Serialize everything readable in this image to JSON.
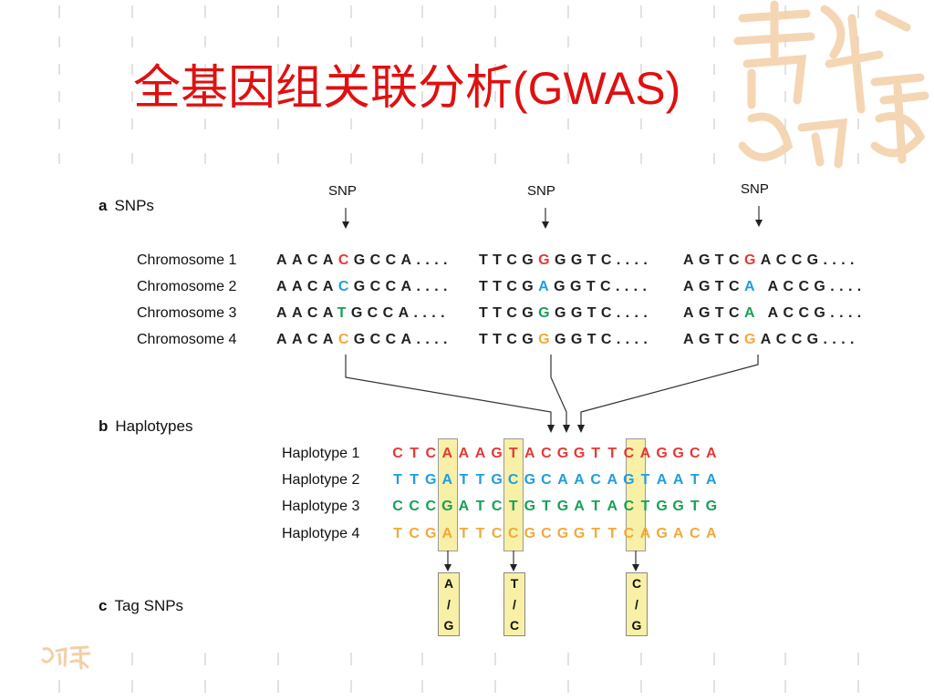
{
  "title": {
    "cjk": "全基因组关联分析",
    "latin": "(GWAS)"
  },
  "colors": {
    "title": "#e01010",
    "red": "#e53935",
    "blue": "#1e9ee0",
    "green": "#18a058",
    "orange": "#f2a93a",
    "highlight": "#f7f0a6"
  },
  "section_a": {
    "letter": "a",
    "label": "SNPs",
    "snp_label": "SNP"
  },
  "chromosomes": [
    {
      "name": "Chromosome 1",
      "seq1": [
        "AACA",
        "C",
        "GCCA...."
      ],
      "seq2": [
        "TTCG",
        "G",
        "GGTC...."
      ],
      "seq3": [
        "AGTC",
        "G",
        "ACCG...."
      ],
      "colors": [
        "red",
        "red",
        "red"
      ]
    },
    {
      "name": "Chromosome 2",
      "seq1": [
        "AACA",
        "C",
        "GCCA...."
      ],
      "seq2": [
        "TTCG",
        "A",
        "GGTC...."
      ],
      "seq3": [
        "AGTC",
        "A",
        " ACCG...."
      ],
      "colors": [
        "blue",
        "blue",
        "blue"
      ]
    },
    {
      "name": "Chromosome 3",
      "seq1": [
        "AACA",
        "T",
        "GCCA...."
      ],
      "seq2": [
        "TTCG",
        "G",
        "GGTC...."
      ],
      "seq3": [
        "AGTC",
        "A",
        " ACCG...."
      ],
      "colors": [
        "green",
        "green",
        "green"
      ]
    },
    {
      "name": "Chromosome 4",
      "seq1": [
        "AACA",
        "C",
        "GCCA...."
      ],
      "seq2": [
        "TTCG",
        "G",
        "GGTC...."
      ],
      "seq3": [
        "AGTC",
        "G",
        "ACCG...."
      ],
      "colors": [
        "orange",
        "orange",
        "orange"
      ]
    }
  ],
  "section_b": {
    "letter": "b",
    "label": "Haplotypes"
  },
  "haplotypes": [
    {
      "name": "Haplotype 1",
      "seq": "CTCAAAGTACGGTTCAGGCA",
      "color": "red"
    },
    {
      "name": "Haplotype 2",
      "seq": "TTGATTGCGCAACAGTAATA",
      "color": "blue"
    },
    {
      "name": "Haplotype 3",
      "seq": "CCCGATCTGTGATACTGGTG",
      "color": "green"
    },
    {
      "name": "Haplotype 4",
      "seq": "TCGATTCCGCGGTTCAGACA",
      "color": "orange"
    }
  ],
  "section_c": {
    "letter": "c",
    "label": "Tag SNPs"
  },
  "tag_snps": [
    {
      "top": "A",
      "sep": "/",
      "bottom": "G"
    },
    {
      "top": "T",
      "sep": "/",
      "bottom": "C"
    },
    {
      "top": "C",
      "sep": "/",
      "bottom": "G"
    }
  ]
}
